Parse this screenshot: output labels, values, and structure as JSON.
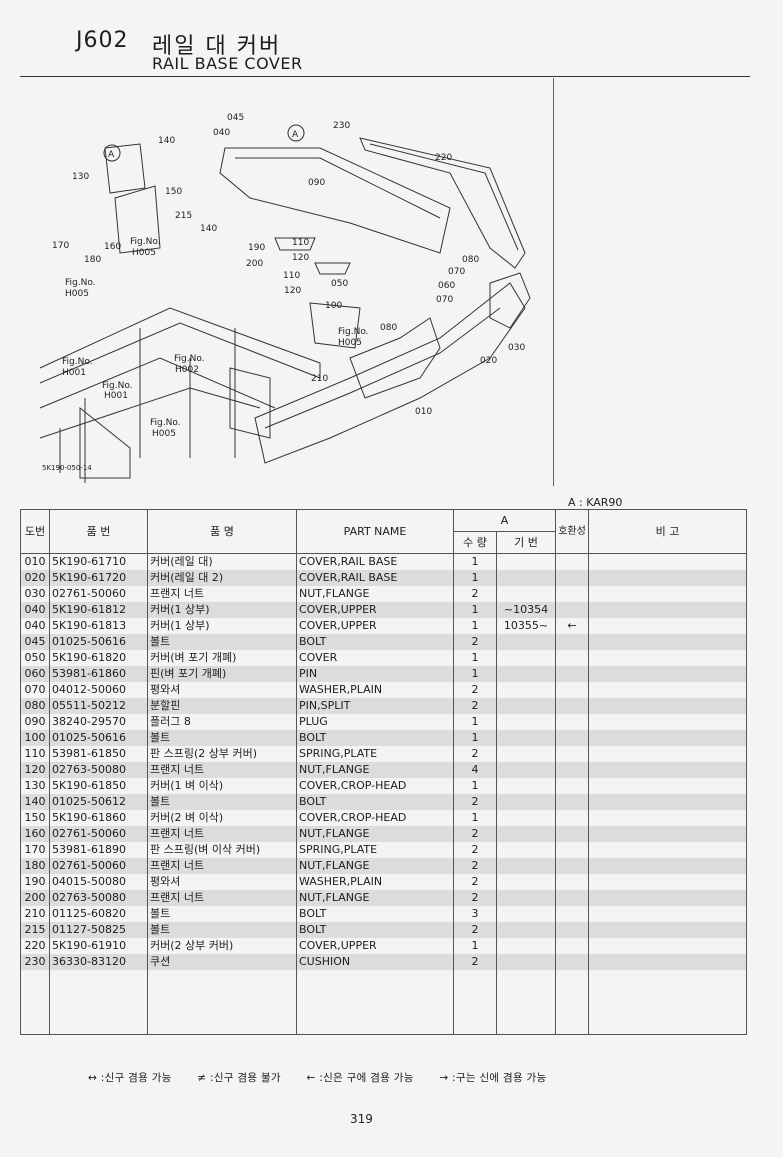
{
  "header": {
    "code": "J602",
    "title_ko": "레일 대 커버",
    "title_en": "RAIL BASE COVER"
  },
  "diagram": {
    "callouts": [
      "045",
      "040",
      "140",
      "130",
      "150",
      "215",
      "140",
      "170",
      "160",
      "180",
      "230",
      "090",
      "220",
      "190",
      "200",
      "110",
      "120",
      "110",
      "120",
      "050",
      "100",
      "060",
      "070",
      "080",
      "080",
      "070",
      "030",
      "020",
      "210",
      "010"
    ],
    "ref_label": "Fig.No.",
    "refs": [
      "H005",
      "H005",
      "H005",
      "H001",
      "H001",
      "H002",
      "H005"
    ],
    "circle_mark": "A",
    "drawing_code": "5K190-050-14"
  },
  "model_note": "A : KAR90",
  "table": {
    "headers": {
      "no": "도번",
      "part_no": "품 번",
      "name_ko": "품 명",
      "part_name": "PART NAME",
      "group_a": "A",
      "qty": "수 량",
      "serial": "기 번",
      "interchange": "호환성",
      "remarks": "비 고"
    },
    "rows": [
      {
        "no": "010",
        "part": "5K190-61710",
        "ko": "커버(레일 대)",
        "en": "COVER,RAIL BASE",
        "qty": "1",
        "serial": "",
        "ic": ""
      },
      {
        "no": "020",
        "part": "5K190-61720",
        "ko": "커버(레일 대 2)",
        "en": "COVER,RAIL BASE",
        "qty": "1",
        "serial": "",
        "ic": ""
      },
      {
        "no": "030",
        "part": "02761-50060",
        "ko": "프랜지 너트",
        "en": "NUT,FLANGE",
        "qty": "2",
        "serial": "",
        "ic": ""
      },
      {
        "no": "040",
        "part": "5K190-61812",
        "ko": "커버(1 상부)",
        "en": "COVER,UPPER",
        "qty": "1",
        "serial": "~10354",
        "ic": ""
      },
      {
        "no": "040",
        "part": "5K190-61813",
        "ko": "커버(1 상부)",
        "en": "COVER,UPPER",
        "qty": "1",
        "serial": "10355~",
        "ic": "←"
      },
      {
        "no": "045",
        "part": "01025-50616",
        "ko": "볼트",
        "en": "BOLT",
        "qty": "2",
        "serial": "",
        "ic": ""
      },
      {
        "no": "050",
        "part": "5K190-61820",
        "ko": "커버(벼 포기 개폐)",
        "en": "COVER",
        "qty": "1",
        "serial": "",
        "ic": ""
      },
      {
        "no": "060",
        "part": "53981-61860",
        "ko": "핀(벼 포기 개폐)",
        "en": "PIN",
        "qty": "1",
        "serial": "",
        "ic": ""
      },
      {
        "no": "070",
        "part": "04012-50060",
        "ko": "평와셔",
        "en": "WASHER,PLAIN",
        "qty": "2",
        "serial": "",
        "ic": ""
      },
      {
        "no": "080",
        "part": "05511-50212",
        "ko": "분할핀",
        "en": "PIN,SPLIT",
        "qty": "2",
        "serial": "",
        "ic": ""
      },
      {
        "no": "090",
        "part": "38240-29570",
        "ko": "플러그 8",
        "en": "PLUG",
        "qty": "1",
        "serial": "",
        "ic": ""
      },
      {
        "no": "100",
        "part": "01025-50616",
        "ko": "볼트",
        "en": "BOLT",
        "qty": "1",
        "serial": "",
        "ic": ""
      },
      {
        "no": "110",
        "part": "53981-61850",
        "ko": "판 스프링(2 상부 커버)",
        "en": "SPRING,PLATE",
        "qty": "2",
        "serial": "",
        "ic": ""
      },
      {
        "no": "120",
        "part": "02763-50080",
        "ko": "프랜지 너트",
        "en": "NUT,FLANGE",
        "qty": "4",
        "serial": "",
        "ic": ""
      },
      {
        "no": "130",
        "part": "5K190-61850",
        "ko": "커버(1 벼 이삭)",
        "en": "COVER,CROP-HEAD",
        "qty": "1",
        "serial": "",
        "ic": ""
      },
      {
        "no": "140",
        "part": "01025-50612",
        "ko": "볼트",
        "en": "BOLT",
        "qty": "2",
        "serial": "",
        "ic": ""
      },
      {
        "no": "150",
        "part": "5K190-61860",
        "ko": "커버(2 벼 이삭)",
        "en": "COVER,CROP-HEAD",
        "qty": "1",
        "serial": "",
        "ic": ""
      },
      {
        "no": "160",
        "part": "02761-50060",
        "ko": "프랜지 너트",
        "en": "NUT,FLANGE",
        "qty": "2",
        "serial": "",
        "ic": ""
      },
      {
        "no": "170",
        "part": "53981-61890",
        "ko": "판 스프링(벼 이삭 커버)",
        "en": "SPRING,PLATE",
        "qty": "2",
        "serial": "",
        "ic": ""
      },
      {
        "no": "180",
        "part": "02761-50060",
        "ko": "프랜지 너트",
        "en": "NUT,FLANGE",
        "qty": "2",
        "serial": "",
        "ic": ""
      },
      {
        "no": "190",
        "part": "04015-50080",
        "ko": "평와셔",
        "en": "WASHER,PLAIN",
        "qty": "2",
        "serial": "",
        "ic": ""
      },
      {
        "no": "200",
        "part": "02763-50080",
        "ko": "프랜지 너트",
        "en": "NUT,FLANGE",
        "qty": "2",
        "serial": "",
        "ic": ""
      },
      {
        "no": "210",
        "part": "01125-60820",
        "ko": "볼트",
        "en": "BOLT",
        "qty": "3",
        "serial": "",
        "ic": ""
      },
      {
        "no": "215",
        "part": "01127-50825",
        "ko": "볼트",
        "en": "BOLT",
        "qty": "2",
        "serial": "",
        "ic": ""
      },
      {
        "no": "220",
        "part": "5K190-61910",
        "ko": "커버(2 상부 커버)",
        "en": "COVER,UPPER",
        "qty": "1",
        "serial": "",
        "ic": ""
      },
      {
        "no": "230",
        "part": "36330-83120",
        "ko": "쿠션",
        "en": "CUSHION",
        "qty": "2",
        "serial": "",
        "ic": ""
      }
    ]
  },
  "legend": {
    "a": "↔ :신구 겸용 가능",
    "b": "≠ :신구 겸용 불가",
    "c": "← :신은 구에 겸용 가능",
    "d": "→ :구는 신에 겸용 가능"
  },
  "page_number": "319"
}
